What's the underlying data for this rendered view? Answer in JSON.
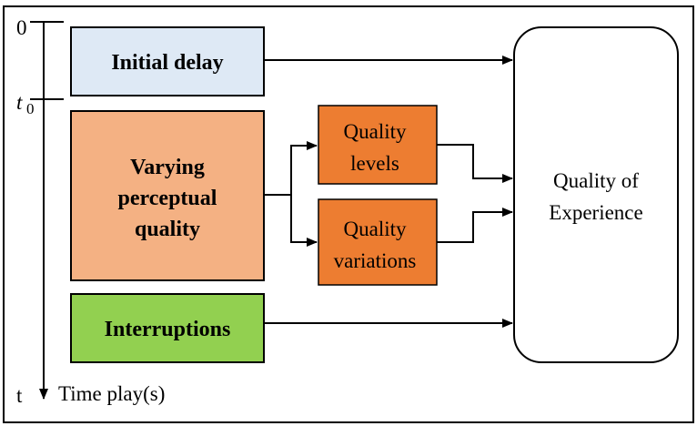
{
  "axis": {
    "tick_zero": "0",
    "tick_t0_main": "t",
    "tick_t0_sub": "0",
    "tick_end": "t",
    "label": "Time play(s)"
  },
  "boxes": {
    "initial_delay": {
      "label": "Initial delay",
      "fill": "#dee9f5"
    },
    "varying_quality": {
      "lines": [
        "Varying",
        "perceptual",
        "quality"
      ],
      "fill": "#f4b183"
    },
    "interruptions": {
      "label": "Interruptions",
      "fill": "#92d050"
    },
    "quality_levels": {
      "lines": [
        "Quality",
        "levels"
      ],
      "fill": "#ed7d31"
    },
    "quality_variations": {
      "lines": [
        "Quality",
        "variations"
      ],
      "fill": "#ed7d31"
    },
    "qoe": {
      "lines": [
        "Quality of",
        "Experience"
      ],
      "fill": "#ffffff"
    }
  }
}
